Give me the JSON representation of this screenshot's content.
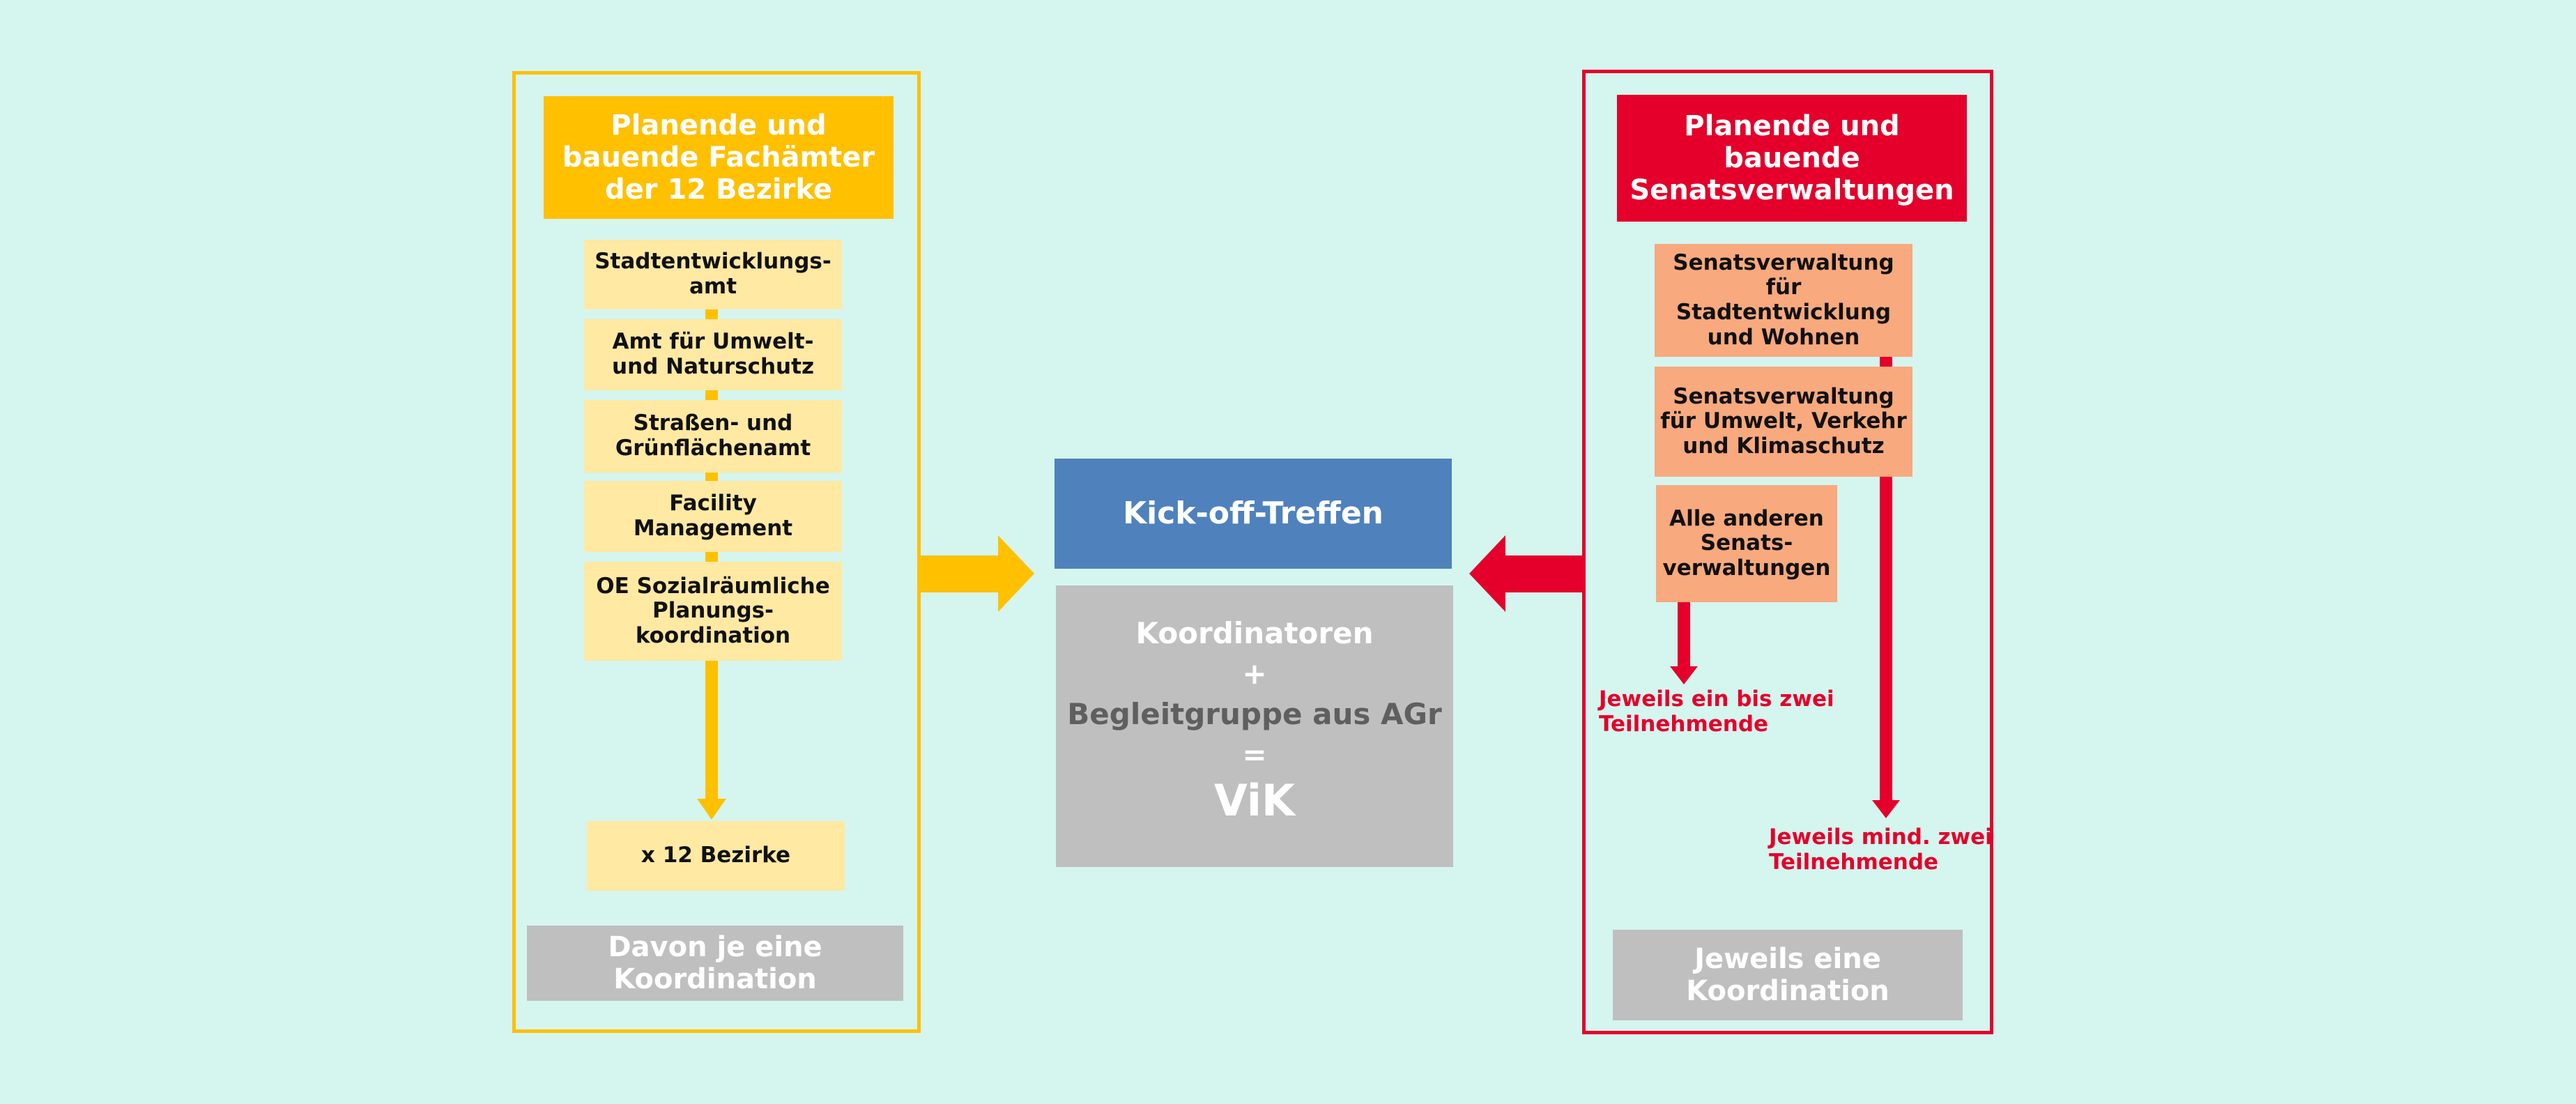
{
  "colors": {
    "background": "#d5f5ef",
    "left_accent": "#ffc000",
    "left_sub": "#ffe9a3",
    "right_accent": "#e4002b",
    "right_sub": "#f8a97e",
    "center_blue": "#4f81bd",
    "grey": "#bfbfbf"
  },
  "left": {
    "header": "Planende und\nbauende Fachämter\nder 12 Bezirke",
    "offices": [
      "Stadtentwicklungs-\namt",
      "Amt für Umwelt-\nund  Naturschutz",
      "Straßen- und\nGrünflächenamt",
      "Facility\nManagement",
      "OE Sozialräumliche\nPlanungs-\nkoordination"
    ],
    "multiplier": "x 12 Bezirke",
    "coordination": "Davon je eine\nKoordination"
  },
  "center": {
    "title": "Kick-off-Treffen",
    "formula": {
      "line1": "Koordinatoren",
      "plus": "+",
      "line2": "Begleitgruppe aus AGr",
      "equals": "=",
      "result": "ViK"
    }
  },
  "right": {
    "header": "Planende und\nbauende\nSenatsverwaltungen",
    "departments": [
      "Senatsverwaltung\nfür\nStadtentwicklung\nund Wohnen",
      "Senatsverwaltung\nfür Umwelt, Verkehr\nund Klimaschutz",
      "Alle anderen\nSenats-\nverwaltungen"
    ],
    "note_one_two": "Jeweils ein bis zwei\nTeilnehmende",
    "note_min_two": "Jeweils mind. zwei\nTeilnehmende",
    "coordination": "Jeweils eine\nKoordination"
  }
}
